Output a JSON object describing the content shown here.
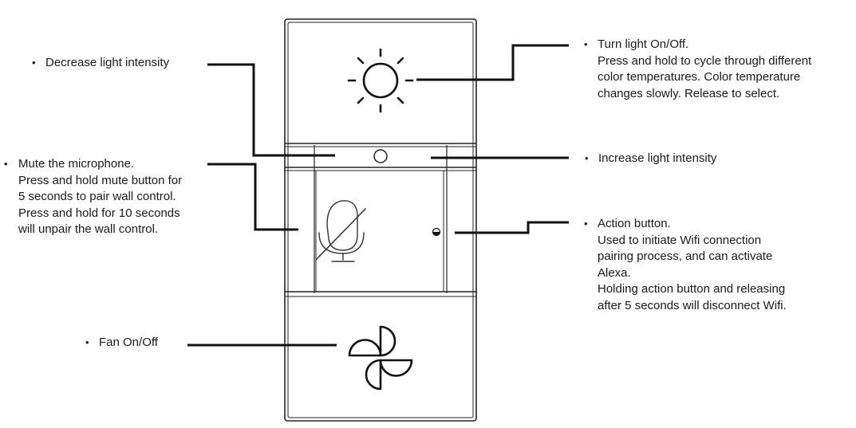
{
  "labels": {
    "decrease": {
      "bullet": "•",
      "text": "Decrease light intensity"
    },
    "mute": {
      "bullet": "•",
      "lines": [
        "Mute the microphone.",
        "Press and hold mute button for",
        "5 seconds to pair wall control.",
        "Press and hold for 10 seconds",
        "will unpair the wall control."
      ]
    },
    "fan": {
      "bullet": "•",
      "text": "Fan On/Off"
    },
    "light": {
      "bullet": "•",
      "lines": [
        "Turn light On/Off.",
        "Press and hold to cycle through different",
        "color temperatures. Color temperature",
        "changes slowly. Release to select."
      ]
    },
    "increase": {
      "bullet": "•",
      "text": "Increase light intensity"
    },
    "action": {
      "bullet": "•",
      "lines": [
        "Action button.",
        "Used to initiate Wifi connection",
        "pairing process, and can activate",
        "Alexa.",
        "Holding action button and releasing",
        "after 5 seconds will disconnect Wifi."
      ]
    }
  },
  "icons": {
    "light_button": "sun-icon",
    "mute_button": "microphone-muted-icon",
    "fan_button": "fan-icon",
    "action_button": "action-button-indicator-icon",
    "sensor": "sensor-ring-icon"
  },
  "colors": {
    "line": "#1a1a1a",
    "outline": "#222222"
  }
}
